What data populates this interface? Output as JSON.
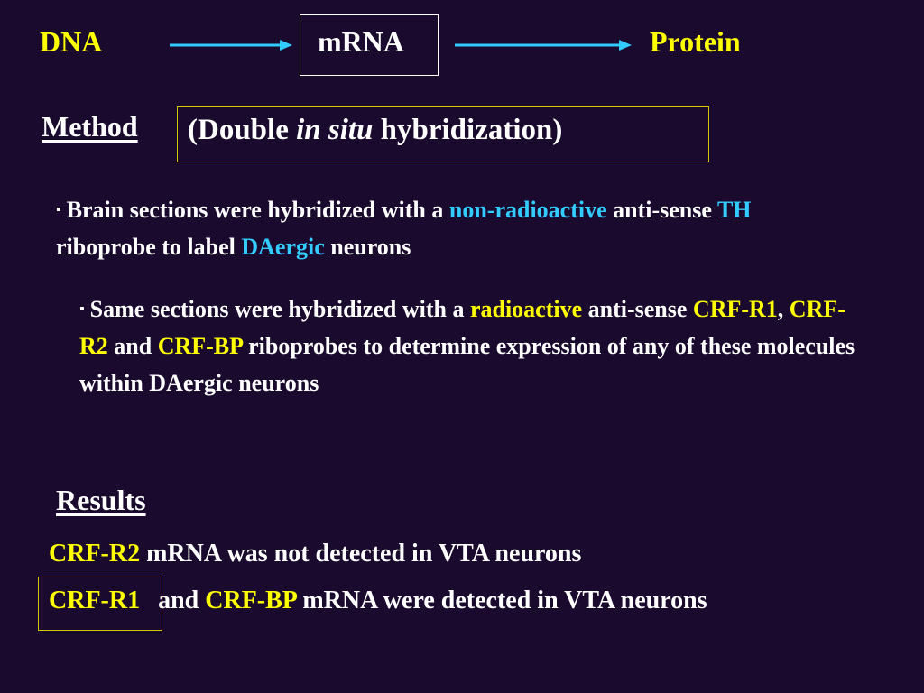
{
  "flow": {
    "dna": "DNA",
    "mrna": "mRNA",
    "protein": "Protein",
    "arrow_color": "#33ccff"
  },
  "method": {
    "heading": "Method",
    "box_prefix": "(Double ",
    "box_italic": "in situ",
    "box_suffix": " hybridization)"
  },
  "bullets": {
    "p1": {
      "t1": "Brain sections were hybridized with a ",
      "h1": "non-radioactive",
      "t2": " anti-sense ",
      "h2": "TH",
      "t3": " riboprobe to label ",
      "h3": "DAergic",
      "t4": " neurons"
    },
    "p2": {
      "t1": "Same sections were hybridized with a ",
      "h1": "radioactive",
      "t2": " anti-sense ",
      "h2": "CRF-R1",
      "t3": ", ",
      "h3": "CRF-R2",
      "t4": " and ",
      "h4": "CRF-BP",
      "t5": " riboprobes to determine expression of any of these molecules within DAergic neurons"
    }
  },
  "results": {
    "heading": "Results",
    "line1": {
      "h1": "CRF-R2",
      "t1": " mRNA was not detected in VTA neurons"
    },
    "line2": {
      "h1": "CRF-R1",
      "t1": "and ",
      "h2": "CRF-BP",
      "t2": " mRNA were detected in VTA neurons"
    }
  },
  "colors": {
    "background": "#1a0a2e",
    "highlight_yellow": "#ffff00",
    "highlight_cyan": "#33ccff",
    "box_border": "#d4c400"
  }
}
